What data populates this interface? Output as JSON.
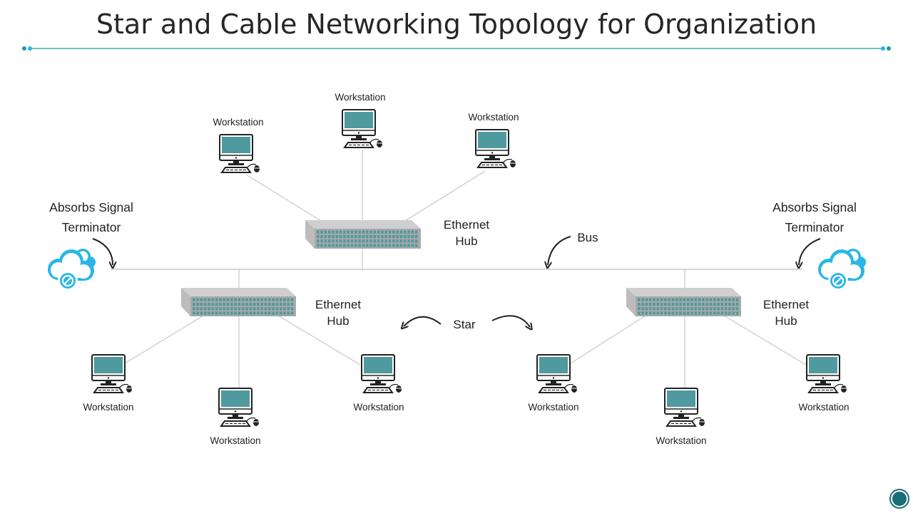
{
  "title": "Star and Cable Networking Topology for Organization",
  "labels": {
    "workstation": "Workstation",
    "ethernet_hub_line1": "Ethernet",
    "ethernet_hub_line2": "Hub",
    "bus": "Bus",
    "star": "Star",
    "terminator_line1": "Absorbs Signal",
    "terminator_line2": "Terminator"
  },
  "icons": {
    "workstation": "desktop-computer-icon",
    "hub": "ethernet-hub-icon",
    "terminator": "cloud-block-icon",
    "nav": "circle-nav-icon"
  },
  "colors": {
    "accent": "#1a9aa0",
    "monitor": "#4f9a9e",
    "cloud": "#29b6e8",
    "hub_port": "#4f9a9e",
    "line": "#c8c8c8",
    "text": "#262626"
  }
}
